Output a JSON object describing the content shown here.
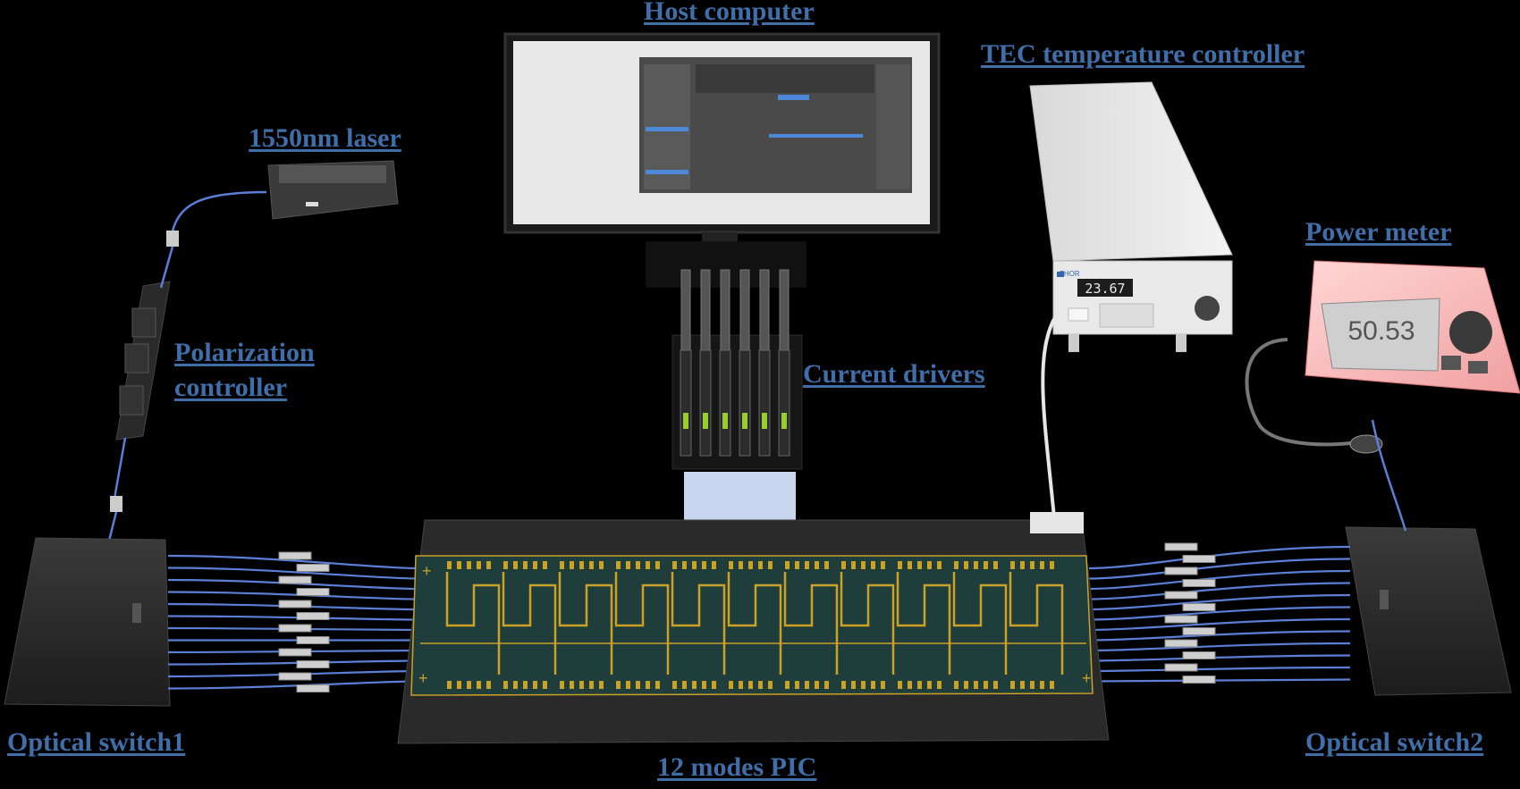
{
  "labels": {
    "host_computer": "Host computer",
    "tec_controller": "TEC temperature controller",
    "laser": "1550nm laser",
    "power_meter": "Power meter",
    "polarization_line1": "Polarization",
    "polarization_line2": "controller",
    "current_drivers": "Current drivers",
    "optical_switch1": "Optical switch1",
    "optical_switch2": "Optical switch2",
    "pic": "12 modes PIC"
  },
  "devices": {
    "tec_display": "23.67",
    "tec_brand": "THOR",
    "power_reading": "50.53"
  },
  "colors": {
    "label": "#3f6ea8",
    "fiber": "#5b7fd6",
    "pcb": "#1f3d3a",
    "trace": "#c9a227"
  }
}
